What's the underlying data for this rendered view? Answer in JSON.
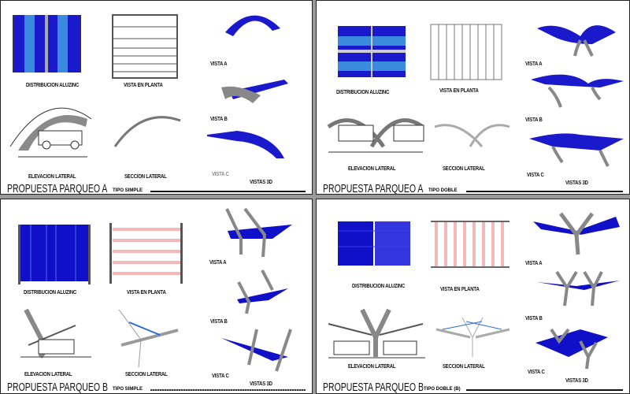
{
  "sheets": [
    {
      "title": "PROPUESTA PARQUEO A",
      "tipo": "TIPO SIMPLE",
      "labels": {
        "distribucion": "DISTRIBUCION ALUZINC",
        "planta": "VISTA EN PLANTA",
        "elevacion": "ELEVACION LATERAL",
        "seccion": "SECCION LATERAL",
        "vista_a": "VISTA A",
        "vista_b": "VISTA B",
        "vista_c": "VISTA C",
        "vistas_3d": "VISTAS 3D"
      }
    },
    {
      "title": "PROPUESTA PARQUEO A",
      "tipo": "TIPO DOBLE",
      "labels": {
        "distribucion": "DISTRIBUCION ALUZINC",
        "planta": "VISTA EN PLANTA",
        "elevacion": "ELEVACION LATERAL",
        "seccion": "SECCION LATERAL",
        "vista_a": "VISTA A",
        "vista_b": "VISTA B",
        "vista_c": "VISTA C",
        "vistas_3d": "VISTAS 3D"
      }
    },
    {
      "title": "PROPUESTA PARQUEO B",
      "tipo": "TIPO SIMPLE",
      "labels": {
        "distribucion": "DISTRIBUCION ALUZINC",
        "planta": "VISTA EN PLANTA",
        "elevacion": "ELEVACION LATERAL",
        "seccion": "SECCION LATERAL",
        "vista_a": "VISTA A",
        "vista_b": "VISTA B",
        "vista_c": "VISTA C",
        "vistas_3d": "VISTAS 3D"
      }
    },
    {
      "title": "PROPUESTA PARQUEO B",
      "tipo": "TIPO DOBLE (B)",
      "labels": {
        "distribucion": "DISTRIBUCION ALUZINC",
        "planta": "VISTA EN PLANTA",
        "elevacion": "ELEVACION LATERAL",
        "seccion": "SECCION LATERAL",
        "vista_a": "VISTA A",
        "vista_b": "VISTA B",
        "vista_c": "VISTA C",
        "vistas_3d": "VISTAS 3D"
      }
    }
  ],
  "colors": {
    "roof_dark": "#1a1acc",
    "roof_light": "#3a8ae0",
    "structure": "#9a9a9a",
    "grid_pink": "#f4b8b8"
  }
}
